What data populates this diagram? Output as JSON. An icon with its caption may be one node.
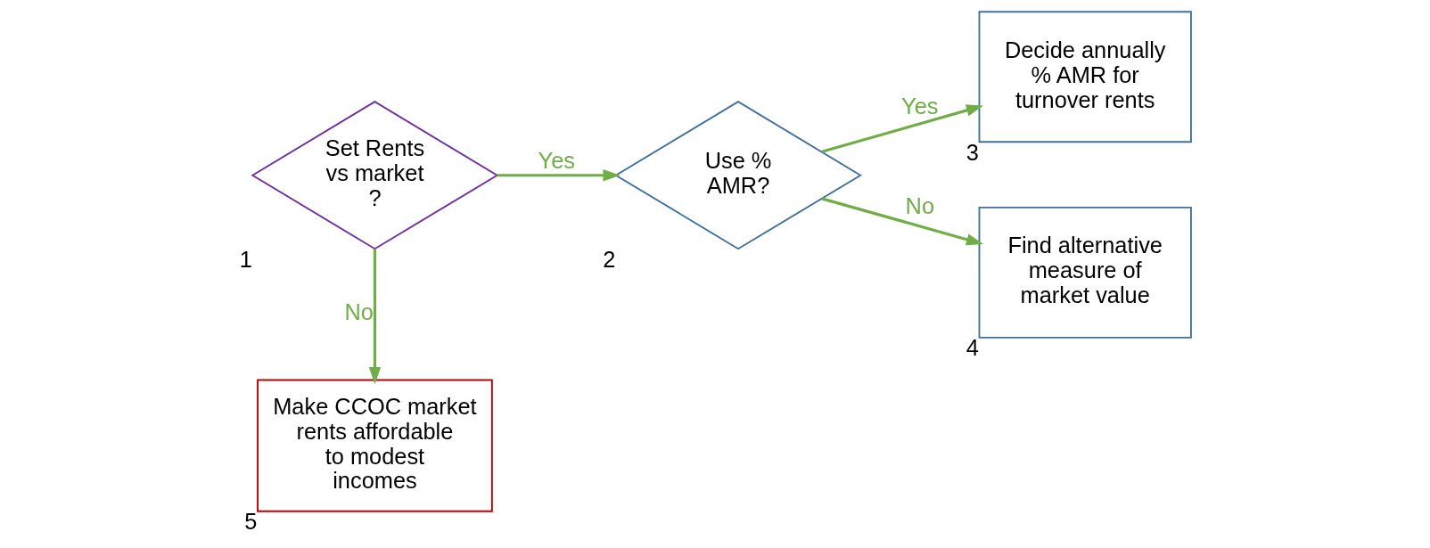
{
  "diagram": {
    "nodes": [
      {
        "text": [
          "Set Rents vs market ?"
        ],
        "beside": [
          "1"
        ]
      },
      {
        "text": [
          "Use % AMR?"
        ],
        "beside": [
          "2"
        ]
      },
      {
        "text": [
          "Decide annually % AMR for turnover rents"
        ],
        "beside": [
          "3"
        ]
      },
      {
        "text": [
          "Find alternative measure of market value"
        ],
        "beside": [
          "4"
        ]
      },
      {
        "text": [
          "Make CCOC market rents affordable to modest incomes"
        ],
        "beside": [
          "5"
        ]
      }
    ],
    "edges": [
      {
        "from": 0,
        "to": 1,
        "arrow": "to",
        "label": "Yes"
      },
      {
        "from": 0,
        "to": 4,
        "arrow": "to",
        "label": "No"
      },
      {
        "from": 1,
        "to": 2,
        "arrow": "to",
        "label": "Yes"
      },
      {
        "from": 1,
        "to": 3,
        "arrow": "to",
        "label": "No"
      }
    ]
  }
}
